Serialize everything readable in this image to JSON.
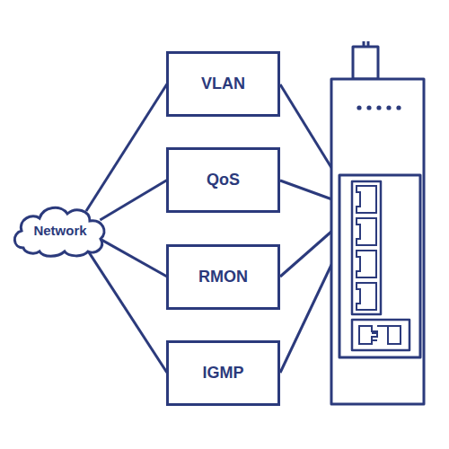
{
  "diagram": {
    "nodes": [
      {
        "text": [
          "Network"
        ]
      },
      {
        "text": [
          "VLAN"
        ]
      },
      {
        "text": [
          "QoS"
        ]
      },
      {
        "text": [
          "RMON"
        ]
      },
      {
        "text": [
          "IGMP"
        ]
      }
    ],
    "edges": [
      {
        "from": 0,
        "to": 1,
        "arrow": "none"
      },
      {
        "from": 0,
        "to": 2,
        "arrow": "none"
      },
      {
        "from": 0,
        "to": 3,
        "arrow": "none"
      },
      {
        "from": 0,
        "to": 4,
        "arrow": "none"
      }
    ]
  }
}
